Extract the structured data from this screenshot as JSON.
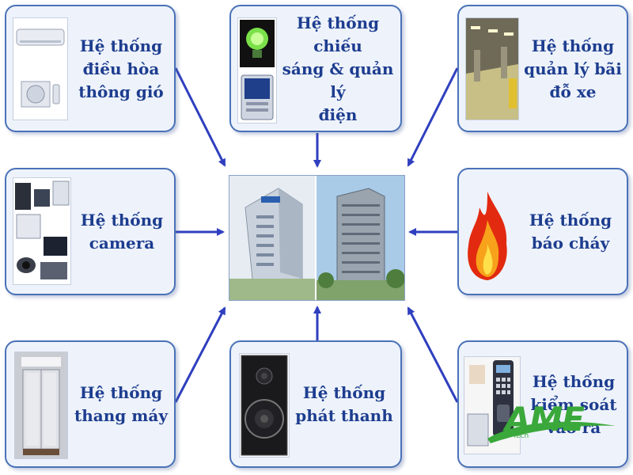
{
  "diagram": {
    "center_image": "office-buildings-photo",
    "boxes": [
      {
        "key": "hvac",
        "label": "Hệ thống\nđiều hòa\nthông gió",
        "icon": "air-conditioner-icon"
      },
      {
        "key": "lighting",
        "label": "Hệ thống chiếu\nsáng & quản lý\nđiện",
        "icon": "light-bulb-icon"
      },
      {
        "key": "parking",
        "label": "Hệ thống\nquản lý bãi\nđỗ xe",
        "icon": "parking-garage-icon"
      },
      {
        "key": "camera",
        "label": "Hệ thống\ncamera",
        "icon": "cctv-camera-icon"
      },
      {
        "key": "fire",
        "label": "Hệ thống\nbáo cháy",
        "icon": "fire-icon"
      },
      {
        "key": "elevator",
        "label": "Hệ thống\nthang máy",
        "icon": "elevator-icon"
      },
      {
        "key": "audio",
        "label": "Hệ thống\nphát thanh",
        "icon": "speaker-icon"
      },
      {
        "key": "access",
        "label": "Hệ thống\nkiểm soát\nvào ra",
        "icon": "access-control-icon"
      }
    ],
    "logo": {
      "text": "AME",
      "sub": "Tech",
      "color": "#3aa83a"
    },
    "colors": {
      "arrow": "#2f3fbf",
      "box_border": "#4a72b8",
      "label": "#1d3d8f"
    }
  }
}
